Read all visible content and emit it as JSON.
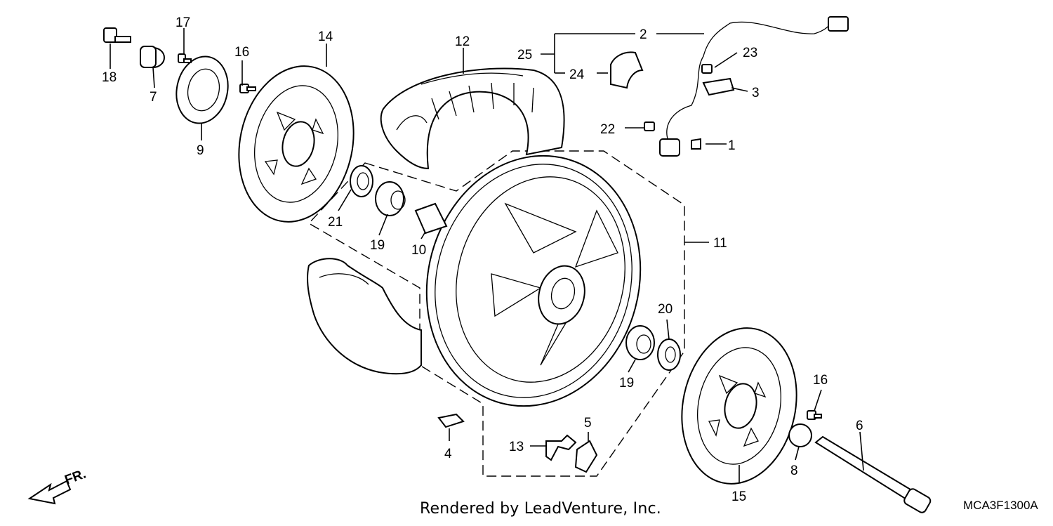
{
  "credit": "Rendered by LeadVenture, Inc.",
  "diagram_code": "MCA3F1300A",
  "direction_label": "FR.",
  "callouts": {
    "c1": "1",
    "c2": "2",
    "c3": "3",
    "c4": "4",
    "c5": "5",
    "c6": "6",
    "c7": "7",
    "c8": "8",
    "c9": "9",
    "c10": "10",
    "c11": "11",
    "c12": "12",
    "c13": "13",
    "c14": "14",
    "c15": "15",
    "c16a": "16",
    "c16b": "16",
    "c17": "17",
    "c18": "18",
    "c19a": "19",
    "c19b": "19",
    "c20": "20",
    "c21": "21",
    "c22": "22",
    "c23": "23",
    "c24": "24",
    "c25": "25"
  }
}
